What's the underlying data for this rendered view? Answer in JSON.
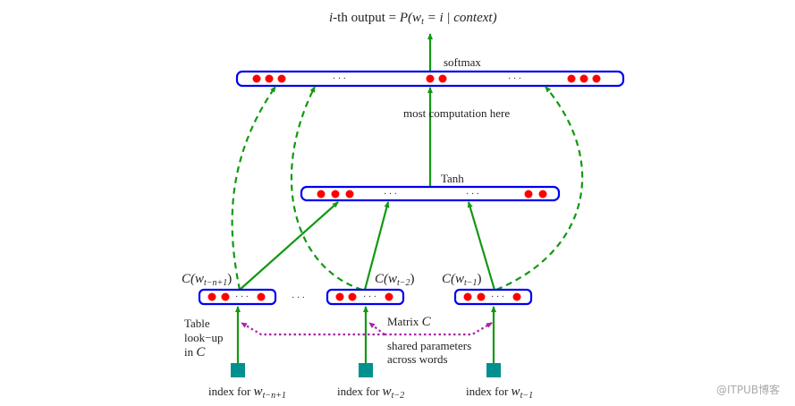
{
  "colors": {
    "box_stroke": "#0000ee",
    "unit_fill": "#ff0000",
    "arrow": "#119911",
    "shared_arrow": "#aa22aa",
    "index_square": "#009090",
    "text": "#222222"
  },
  "title": {
    "prefix": "i",
    "mid": "-th output = ",
    "formula": "P(w",
    "formula_sub": "t",
    "formula_rest": " = i | context)"
  },
  "layers": {
    "softmax": {
      "label": "softmax",
      "ellipsis_1": "· · ·",
      "ellipsis_2": "· · ·"
    },
    "tanh": {
      "label": "Tanh",
      "ellipsis_1": "· · ·",
      "ellipsis_2": "· · ·"
    },
    "annotation": "most  computation here"
  },
  "embeddings": [
    {
      "label_prefix": "C(w",
      "label_sub": "t−n+1",
      "label_suffix": ")",
      "ellipsis": "· · ·",
      "index_prefix": "index for ",
      "index_var": "w",
      "index_sub": "t−n+1"
    },
    {
      "label_prefix": "C(w",
      "label_sub": "t−2",
      "label_suffix": ")",
      "ellipsis": "· · ·",
      "index_prefix": "index for ",
      "index_var": "w",
      "index_sub": "t−2"
    },
    {
      "label_prefix": "C(w",
      "label_sub": "t−1",
      "label_suffix": ")",
      "ellipsis": "· · ·",
      "index_prefix": "index for ",
      "index_var": "w",
      "index_sub": "t−1"
    }
  ],
  "between_ellipsis": "· · ·",
  "table_lookup": {
    "line1": "Table",
    "line2": "look−up",
    "line3_prefix": "in ",
    "line3_var": "C"
  },
  "matrix": {
    "prefix": "Matrix ",
    "var": "C"
  },
  "shared": {
    "line1": "shared parameters",
    "line2": "across words"
  },
  "watermark": "@ITPUB博客"
}
